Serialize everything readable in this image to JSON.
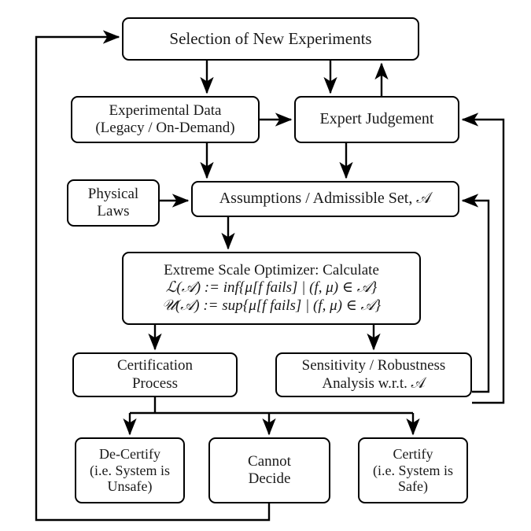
{
  "diagram": {
    "title": "Certification / Uncertainty Quantification Flowchart",
    "stroke_color": "#000000",
    "background_color": "#ffffff",
    "nodes": {
      "selection": {
        "label": "Selection of New Experiments"
      },
      "experimental_data": {
        "line1": "Experimental Data",
        "line2": "(Legacy / On-Demand)"
      },
      "expert_judgement": {
        "label": "Expert Judgement"
      },
      "physical_laws": {
        "line1": "Physical",
        "line2": "Laws"
      },
      "assumptions": {
        "label": "Assumptions / Admissible Set, 𝒜"
      },
      "optimizer": {
        "line1": "Extreme Scale Optimizer: Calculate",
        "line2": "ℒ(𝒜) := inf{μ[f fails] | (f, μ) ∈ 𝒜}",
        "line3": "𝒰(𝒜) := sup{μ[f fails] | (f, μ) ∈ 𝒜}",
        "lower_symbol": "ℒ",
        "upper_symbol": "𝒰",
        "admissible_symbol": "𝒜"
      },
      "certification_process": {
        "line1": "Certification",
        "line2": "Process"
      },
      "sensitivity": {
        "line1": "Sensitivity / Robustness",
        "line2": "Analysis w.r.t. 𝒜"
      },
      "de_certify": {
        "line1": "De-Certify",
        "line2": "(i.e. System is",
        "line3": "Unsafe)",
        "emph": "i.e."
      },
      "cannot_decide": {
        "line1": "Cannot",
        "line2": "Decide"
      },
      "certify": {
        "line1": "Certify",
        "line2": "(i.e. System is",
        "line3": "Safe)",
        "emph": "i.e."
      }
    },
    "edges": [
      {
        "name": "selection-to-experimental-data",
        "from": "selection",
        "to": "experimental_data",
        "arrow": true
      },
      {
        "name": "selection-to-expert-judgement",
        "from": "selection",
        "to": "expert_judgement",
        "arrow": true
      },
      {
        "name": "expert-judgement-to-selection",
        "from": "expert_judgement",
        "to": "selection",
        "arrow": true
      },
      {
        "name": "experimental-data-to-expert-judgement",
        "from": "experimental_data",
        "to": "expert_judgement",
        "arrow": true
      },
      {
        "name": "experimental-data-to-assumptions",
        "from": "experimental_data",
        "to": "assumptions",
        "arrow": true
      },
      {
        "name": "expert-judgement-to-assumptions",
        "from": "expert_judgement",
        "to": "assumptions",
        "arrow": true
      },
      {
        "name": "physical-laws-to-assumptions",
        "from": "physical_laws",
        "to": "assumptions",
        "arrow": true
      },
      {
        "name": "assumptions-to-optimizer",
        "from": "assumptions",
        "to": "optimizer",
        "arrow": true
      },
      {
        "name": "optimizer-to-certification-process",
        "from": "optimizer",
        "to": "certification_process",
        "arrow": true
      },
      {
        "name": "optimizer-to-sensitivity",
        "from": "optimizer",
        "to": "sensitivity",
        "arrow": true
      },
      {
        "name": "certification-process-to-de-certify",
        "from": "certification_process",
        "to": "de_certify",
        "arrow": true
      },
      {
        "name": "certification-process-to-cannot-decide",
        "from": "certification_process",
        "to": "cannot_decide",
        "arrow": true
      },
      {
        "name": "certification-process-to-certify",
        "from": "certification_process",
        "to": "certify",
        "arrow": true
      },
      {
        "name": "sensitivity-to-assumptions-feedback",
        "from": "sensitivity",
        "to": "assumptions",
        "arrow": true
      },
      {
        "name": "sensitivity-to-expert-judgement-feedback",
        "from": "sensitivity",
        "to": "expert_judgement",
        "arrow": true
      },
      {
        "name": "cannot-decide-to-selection-feedback",
        "from": "cannot_decide",
        "to": "selection",
        "arrow": true
      }
    ]
  }
}
